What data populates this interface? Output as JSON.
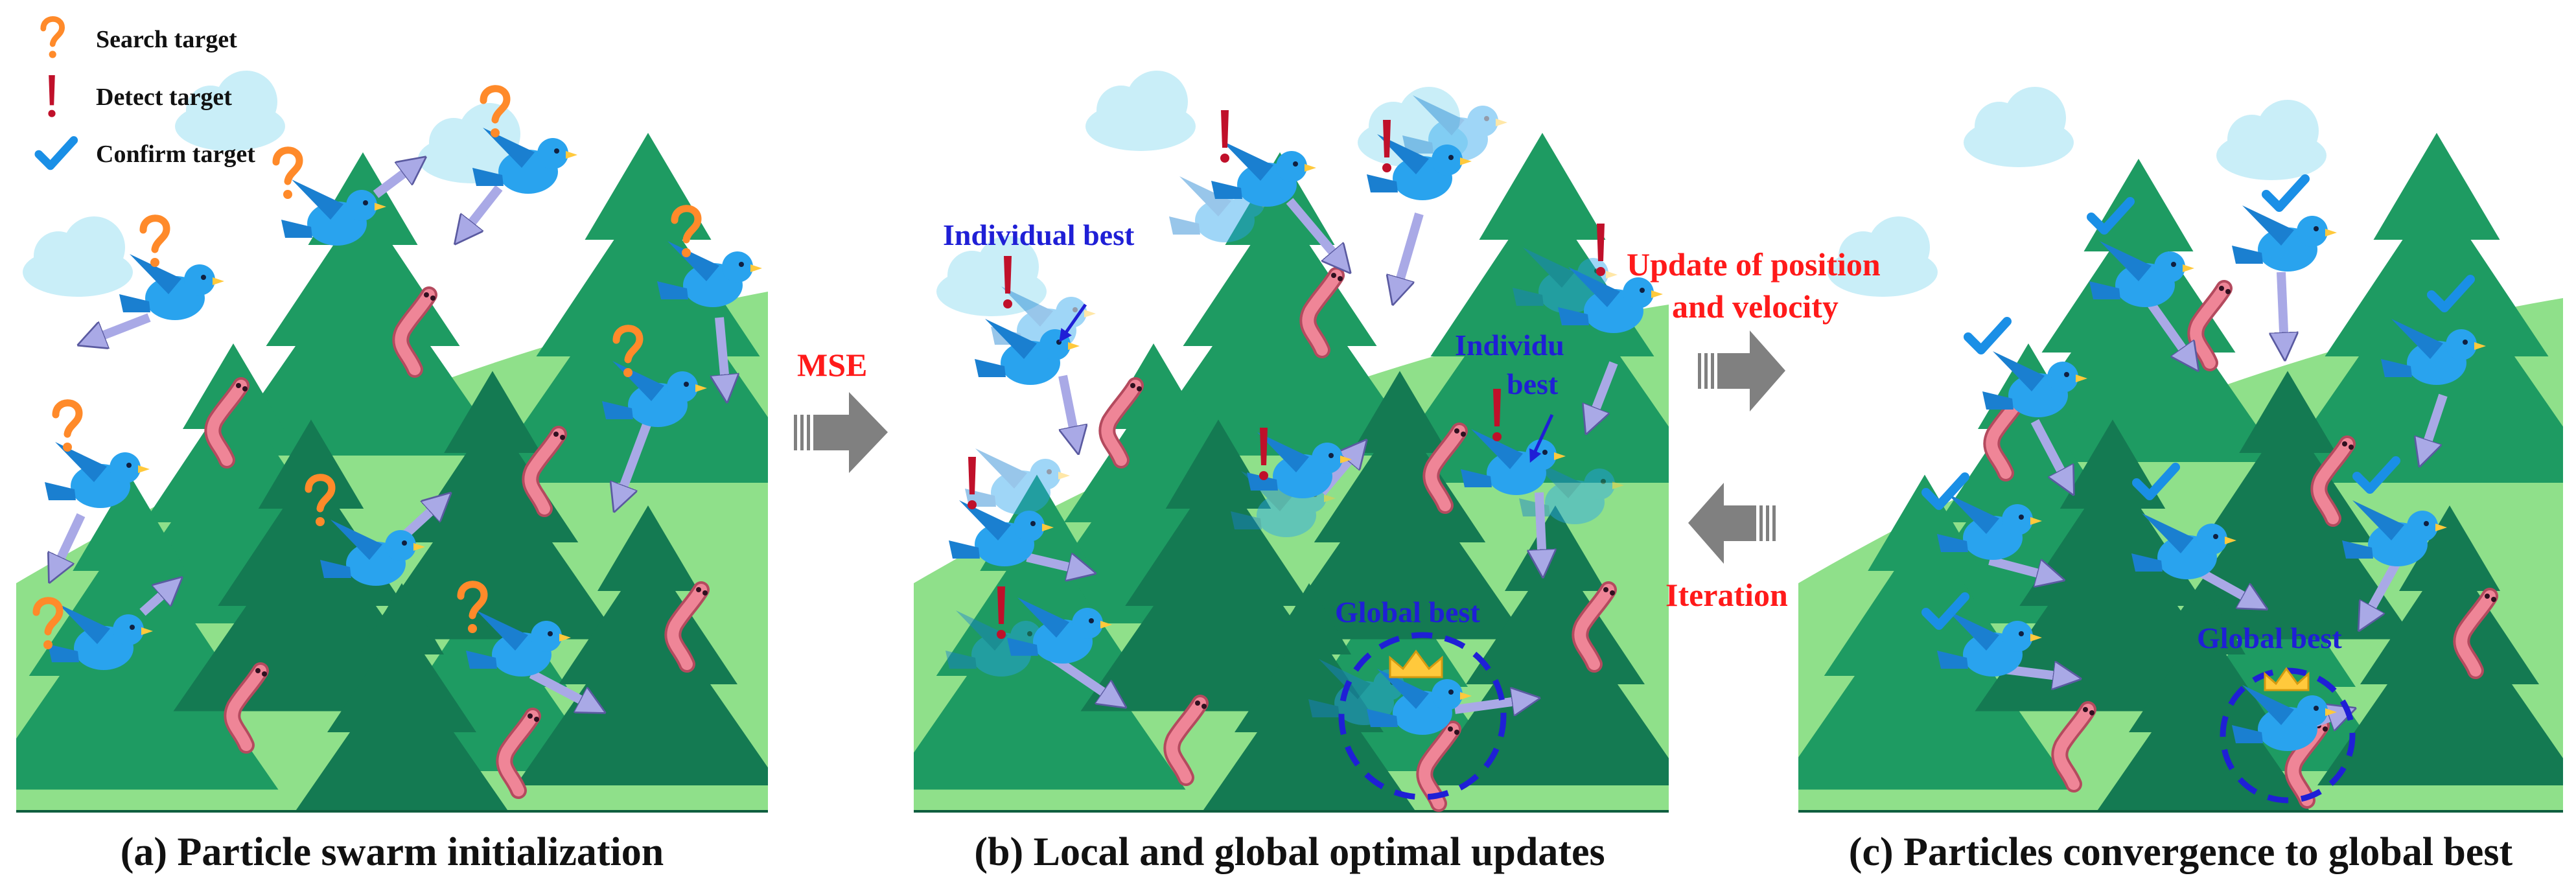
{
  "legend": {
    "search": "Search target",
    "detect": "Detect target",
    "confirm": "Confirm target"
  },
  "icons": {
    "search": "question-mark-icon",
    "detect": "exclamation-mark-icon",
    "confirm": "check-mark-icon",
    "particle": "bird-icon",
    "target": "worm-icon",
    "best": "crown-icon"
  },
  "panels": {
    "a_caption": "(a) Particle swarm initialization",
    "b_caption": "(b) Local and global optimal updates",
    "c_caption": "(c) Particles convergence to global best"
  },
  "flow": {
    "mse": "MSE",
    "update_line1": "Update of position",
    "update_line2": "and velocity",
    "iteration": "Iteration"
  },
  "labels": {
    "individual_best": "Individual best",
    "individual_best_2_line1": "Individu",
    "individual_best_2_line2": "best",
    "global_best_b": "Global best",
    "global_best_c": "Global best"
  },
  "colors": {
    "label_red": "#ff1a1a",
    "label_blue": "#1f1fd6",
    "bird": "#29a3ee",
    "worm": "#e8788a",
    "tree_dark": "#147a52",
    "tree_mid": "#1e9b62",
    "meadow": "#8fe08a",
    "cloud": "#c9eef8",
    "arrow": "#a9a9e6",
    "question": "#ff8a2a",
    "check": "#1a8fe6"
  }
}
